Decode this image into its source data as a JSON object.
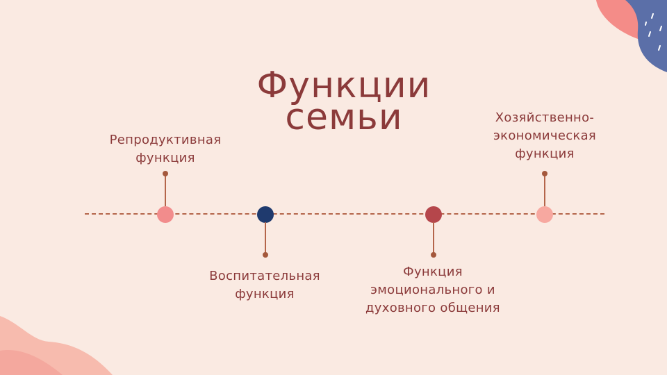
{
  "slide": {
    "title": "Функции семьи",
    "functions": [
      {
        "label": "Репродуктивная функция",
        "color": "#F28C8C"
      },
      {
        "label": "Воспитательная функция",
        "color": "#1F3A6E"
      },
      {
        "label": "Функция эмоционального и духовного общения",
        "color": "#B5464B"
      },
      {
        "label": "Хозяйственно-экономическая функция",
        "color": "#F7A8A0"
      }
    ]
  },
  "colors": {
    "background": "#FAEAE2",
    "text": "#8B3A3A",
    "line": "#B4654A",
    "blob_blue": "#5B6FA8",
    "blob_coral": "#F48C88",
    "blob_peach": "#F7BBAE"
  }
}
